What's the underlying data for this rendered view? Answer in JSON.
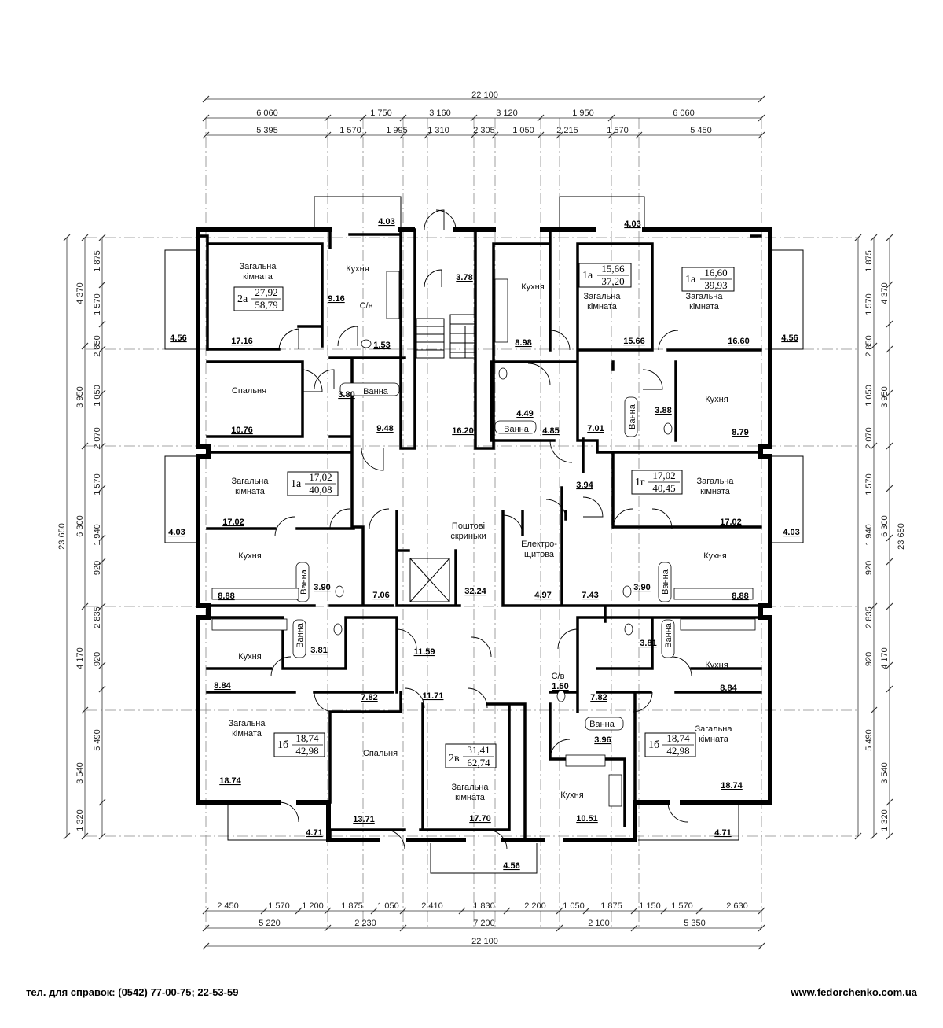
{
  "dims": {
    "top_total": "22 100",
    "top_row1": [
      "6 060",
      "1 750",
      "3 160",
      "3 120",
      "1 950",
      "6 060"
    ],
    "top_row2": [
      "5 395",
      "1 570",
      "1 995",
      "1 310",
      "2 305",
      "1 050",
      "2 215",
      "1 570",
      "5 450"
    ],
    "bottom_row1": [
      "2 450",
      "1 570",
      "1 200",
      "1 875",
      "1 050",
      "2 410",
      "1 830",
      "2 200",
      "1 050",
      "1 875",
      "1 150",
      "1 570",
      "2 630"
    ],
    "bottom_row2": [
      "5 220",
      "2 230",
      "7 200",
      "2 100",
      "5 350"
    ],
    "bottom_total": "22 100",
    "left_total": "23 650",
    "left_mid": [
      "4 370",
      "3 950",
      "6 300",
      "4 170",
      "3 540"
    ],
    "left_inner": [
      "1 875",
      "1 570",
      "2 850",
      "1 050",
      "2 070",
      "1 570",
      "1 940",
      "920",
      "2 835",
      "920",
      "5 490",
      "1 320"
    ],
    "right_total": "23 650",
    "right_mid": [
      "4 370",
      "3 950",
      "6 300",
      "4 170",
      "3 540"
    ],
    "right_inner": [
      "1 875",
      "1 570",
      "2 850",
      "1 050",
      "2 070",
      "1 570",
      "1 940",
      "920",
      "2 835",
      "920",
      "5 490",
      "1 320"
    ]
  },
  "rooms": [
    {
      "name": "Загальна кімната",
      "area": "17.16"
    },
    {
      "name": "Кухня",
      "area": "9.16"
    },
    {
      "name": "С/в",
      "area": "1.53"
    },
    {
      "name": "Спальня",
      "area": "10.76"
    },
    {
      "name": "Ванна",
      "area": "3.80"
    },
    {
      "name": "",
      "area": "9.48"
    },
    {
      "name": "Кухня",
      "area": "8.98"
    },
    {
      "name": "Загальна кімната",
      "area": "15.66"
    },
    {
      "name": "Загальна кімната",
      "area": "16.60"
    },
    {
      "name": "Ванна",
      "area": "4.49"
    },
    {
      "name": "",
      "area": "4.85"
    },
    {
      "name": "",
      "area": "7.01"
    },
    {
      "name": "Ванна",
      "area": "3.88"
    },
    {
      "name": "Кухня",
      "area": "8.79"
    },
    {
      "name": "",
      "area": "16.20"
    },
    {
      "name": "",
      "area": "3.78"
    },
    {
      "name": "Загальна кімната",
      "area": "17.02"
    },
    {
      "name": "Кухня",
      "area": "8.88"
    },
    {
      "name": "Ванна",
      "area": "3.90"
    },
    {
      "name": "",
      "area": "7.06"
    },
    {
      "name": "Поштові скриньки",
      "area": "32.24"
    },
    {
      "name": "Електро-щитова",
      "area": "4.97"
    },
    {
      "name": "",
      "area": "7.43"
    },
    {
      "name": "",
      "area": "3.94"
    },
    {
      "name": "Загальна кімната",
      "area": "17.02"
    },
    {
      "name": "Ванна",
      "area": "3.90"
    },
    {
      "name": "Кухня",
      "area": "8.88"
    },
    {
      "name": "Ванна",
      "area": "3.81"
    },
    {
      "name": "Кухня",
      "area": "8.84"
    },
    {
      "name": "",
      "area": "7.82"
    },
    {
      "name": "",
      "area": "11.59"
    },
    {
      "name": "",
      "area": "11.71"
    },
    {
      "name": "С/в",
      "area": "1.50"
    },
    {
      "name": "",
      "area": "7.82"
    },
    {
      "name": "Ванна",
      "area": "3.81"
    },
    {
      "name": "Кухня",
      "area": "8.84"
    },
    {
      "name": "Загальна кімната",
      "area": "18.74"
    },
    {
      "name": "Спальня",
      "area": "13.71"
    },
    {
      "name": "Загальна кімната",
      "area": "17.70"
    },
    {
      "name": "Ванна",
      "area": "3.96"
    },
    {
      "name": "Кухня",
      "area": "10.51"
    },
    {
      "name": "Загальна кімната",
      "area": "18.74"
    }
  ],
  "balconies": [
    "4.03",
    "4.03",
    "4.56",
    "4.56",
    "4.03",
    "4.03",
    "4.71",
    "4.71",
    "4.56"
  ],
  "apartments": [
    {
      "type": "2а",
      "living": "27,92",
      "total": "58,79"
    },
    {
      "type": "1а",
      "living": "15,66",
      "total": "37,20"
    },
    {
      "type": "1а",
      "living": "16,60",
      "total": "39,93"
    },
    {
      "type": "1а",
      "living": "17,02",
      "total": "40,08"
    },
    {
      "type": "1г",
      "living": "17,02",
      "total": "40,45"
    },
    {
      "type": "1б",
      "living": "18,74",
      "total": "42,98"
    },
    {
      "type": "2в",
      "living": "31,41",
      "total": "62,74"
    },
    {
      "type": "1б",
      "living": "18,74",
      "total": "42,98"
    }
  ],
  "footer": {
    "phone": "тел. для справок: (0542) 77-00-75; 22-53-59",
    "site": "www.fedorchenko.com.ua"
  }
}
